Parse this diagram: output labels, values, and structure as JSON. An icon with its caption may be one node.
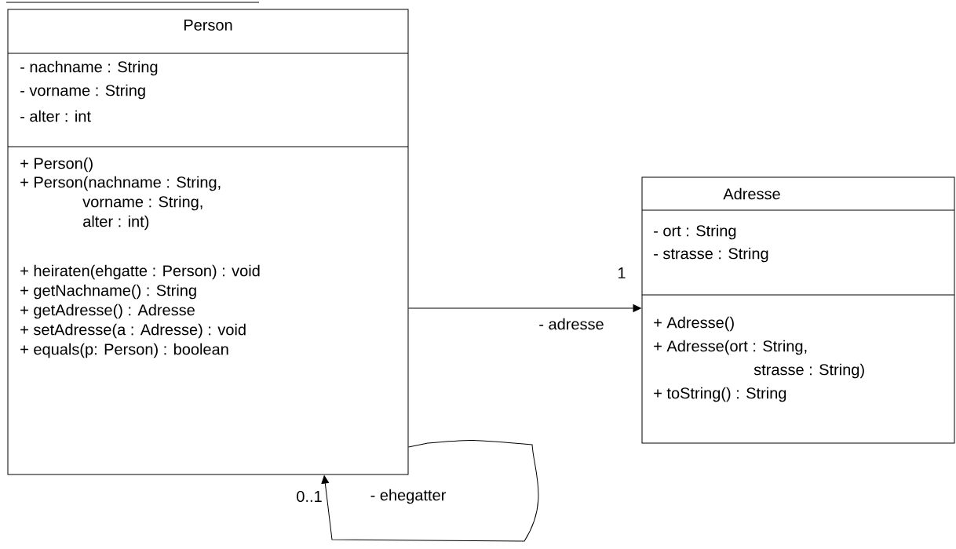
{
  "diagram": {
    "nodes": [
      {
        "text": [
          "Person",
          "- nachname : String",
          "- vorname : String",
          "- alter : int",
          "+ Person()",
          "+ Person(nachname : String,",
          "vorname : String,",
          "alter : int)",
          "+ heiraten(ehgatte : Person) : void",
          "+ getNachname() : String",
          "+ getAdresse() : Adresse",
          "+ setAdresse(a : Adresse) : void",
          "+ equals(p: Person) : boolean"
        ]
      },
      {
        "text": [
          "Adresse",
          "- ort : String",
          "- strasse : String",
          "+ Adresse()",
          "+ Adresse(ort : String,",
          "strasse : String)",
          "+ toString() : String"
        ]
      }
    ],
    "edges": [
      {
        "from": 0,
        "to": 1,
        "arrow": "to",
        "label": "- adresse"
      },
      {
        "from": 0,
        "to": 0,
        "arrow": "to",
        "label": "- ehegatter"
      }
    ],
    "labels": [
      "1",
      "0..1"
    ]
  }
}
